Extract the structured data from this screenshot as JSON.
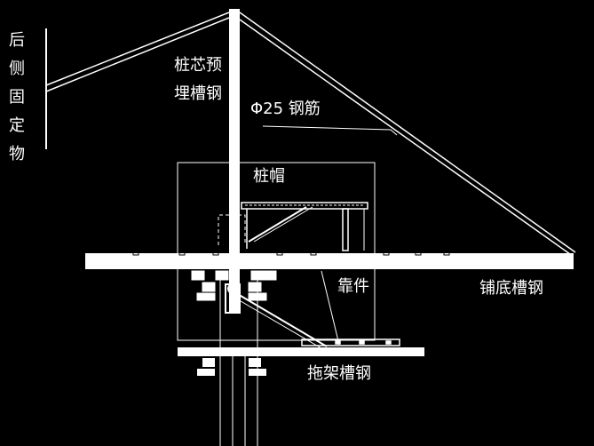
{
  "labels": {
    "rear_fixture": "后侧固定物",
    "pile_core_channel": "桩芯预埋槽钢",
    "rebar": "Φ25 钢筋",
    "pile_cap": "桩帽",
    "pad": "靠件",
    "base_channel": "铺底槽钢",
    "drag_frame_channel": "拖架槽钢"
  },
  "colors": {
    "background": "#000000",
    "line": "#ffffff"
  }
}
